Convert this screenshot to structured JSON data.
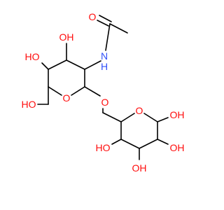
{
  "colors": {
    "bond": "#000000",
    "oxygen": "#ff0d0d",
    "nitrogen": "#3050f8",
    "background": "#ffffff"
  },
  "labels": {
    "carbonyl_o": "O",
    "nh": "N",
    "nh_h": "H",
    "oh_c3": "OH",
    "oh_c4": "HO",
    "oh_c6": "HO",
    "ring_o1": "O",
    "glyco_o": "O",
    "ring_o2": "O",
    "oh_anomeric": "OH",
    "oh_b2": "OH",
    "oh_b3": "OH",
    "oh_b4": "HO"
  }
}
